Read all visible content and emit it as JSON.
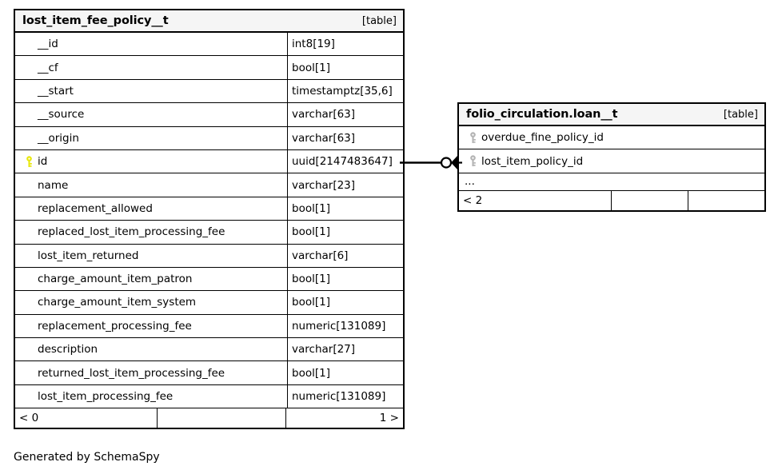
{
  "diagram": {
    "caption": "Generated by SchemaSpy",
    "background": "#ffffff",
    "border_color": "#000000",
    "header_background": "#f5f5f5",
    "primary_key_color": "#e8e80e",
    "foreign_key_color": "#b4b4b4"
  },
  "tables": [
    {
      "name": "lost_item_fee_policy__t",
      "kind": "[table]",
      "columns": [
        {
          "key": "none",
          "name": "__id",
          "type": "int8[19]"
        },
        {
          "key": "none",
          "name": "__cf",
          "type": "bool[1]"
        },
        {
          "key": "none",
          "name": "__start",
          "type": "timestamptz[35,6]"
        },
        {
          "key": "none",
          "name": "__source",
          "type": "varchar[63]"
        },
        {
          "key": "none",
          "name": "__origin",
          "type": "varchar[63]"
        },
        {
          "key": "primary",
          "name": "id",
          "type": "uuid[2147483647]"
        },
        {
          "key": "none",
          "name": "name",
          "type": "varchar[23]"
        },
        {
          "key": "none",
          "name": "replacement_allowed",
          "type": "bool[1]"
        },
        {
          "key": "none",
          "name": "replaced_lost_item_processing_fee",
          "type": "bool[1]"
        },
        {
          "key": "none",
          "name": "lost_item_returned",
          "type": "varchar[6]"
        },
        {
          "key": "none",
          "name": "charge_amount_item_patron",
          "type": "bool[1]"
        },
        {
          "key": "none",
          "name": "charge_amount_item_system",
          "type": "bool[1]"
        },
        {
          "key": "none",
          "name": "replacement_processing_fee",
          "type": "numeric[131089]"
        },
        {
          "key": "none",
          "name": "description",
          "type": "varchar[27]"
        },
        {
          "key": "none",
          "name": "returned_lost_item_processing_fee",
          "type": "bool[1]"
        },
        {
          "key": "none",
          "name": "lost_item_processing_fee",
          "type": "numeric[131089]"
        }
      ],
      "footer": [
        {
          "text": "< 0",
          "align": "left"
        },
        {
          "text": "",
          "align": "left"
        },
        {
          "text": "1 >",
          "align": "right"
        }
      ]
    },
    {
      "name": "folio_circulation.loan__t",
      "kind": "[table]",
      "columns": [
        {
          "key": "foreign",
          "name": "overdue_fine_policy_id",
          "type": ""
        },
        {
          "key": "foreign",
          "name": "lost_item_policy_id",
          "type": ""
        }
      ],
      "ellipsis": "...",
      "footer": [
        {
          "text": "< 2",
          "align": "left"
        },
        {
          "text": "",
          "align": "left"
        },
        {
          "text": "",
          "align": "left"
        }
      ]
    }
  ],
  "relationship": {
    "from_table": "lost_item_fee_policy__t",
    "from_column": "id",
    "to_table": "folio_circulation.loan__t",
    "to_column": "lost_item_policy_id",
    "notation": "crows-foot-zero-many"
  }
}
